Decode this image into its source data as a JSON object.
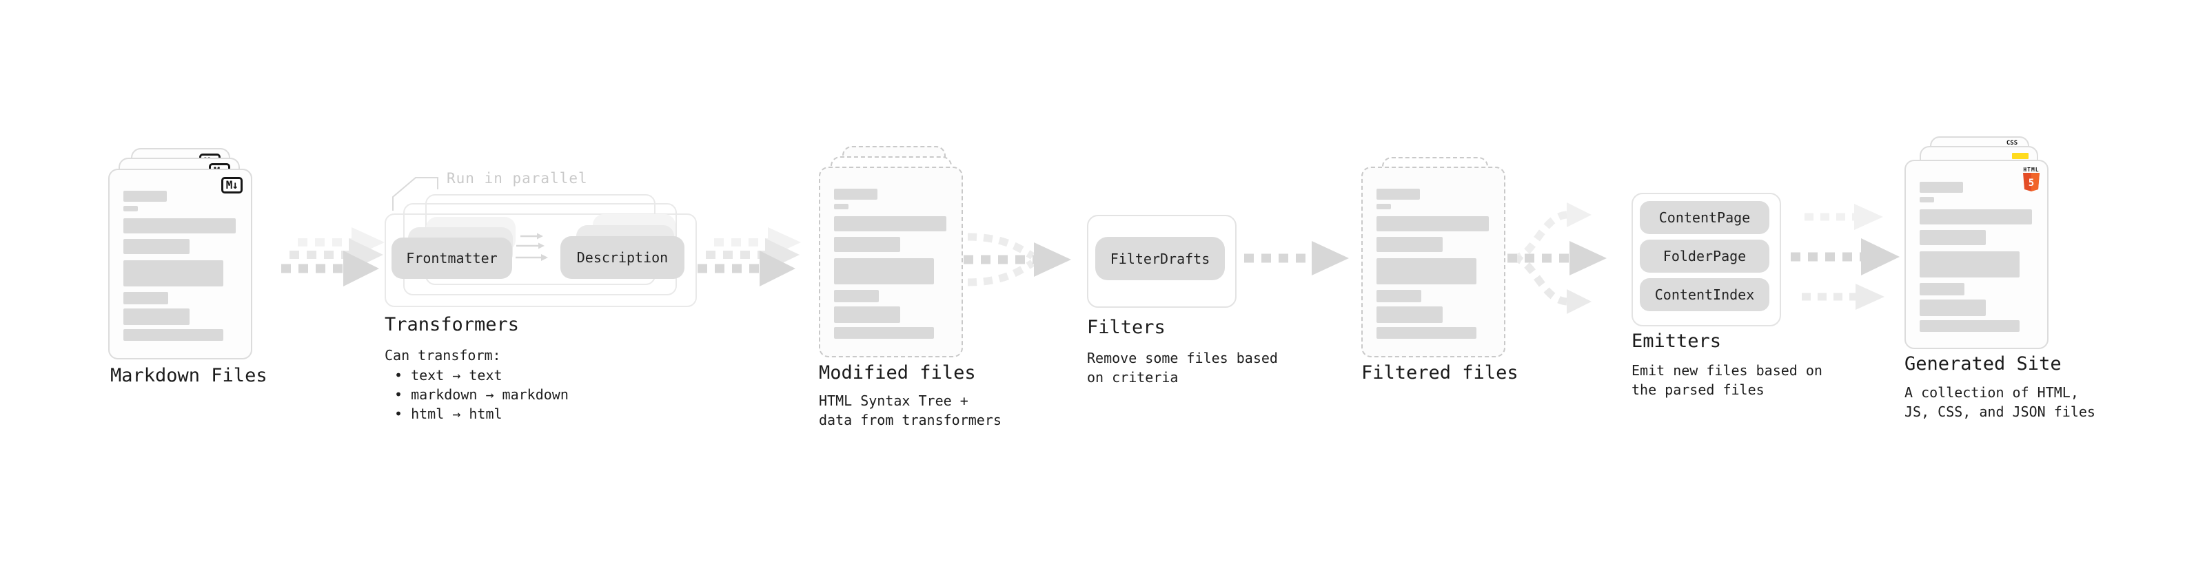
{
  "colors": {
    "text": "#1f1f1f",
    "annotation_gray": "#c9c9c9",
    "node_fill": "#dcdcdc",
    "bar_fill": "#d9d9d9",
    "arrow_gray": "#d7d7d7",
    "html5_orange": "#e44d26",
    "html5_orange_light": "#f16529",
    "js_yellow": "#ffdb1e",
    "css_blue": "#2b5ce0"
  },
  "icons": {
    "markdown_badge": "M↓",
    "css_badge": "CSS",
    "html_badge_text": "HTML",
    "html_badge_number": "5"
  },
  "stages": {
    "markdown_files": {
      "label": "Markdown Files"
    },
    "transformers": {
      "label": "Transformers",
      "annotation": "Run in parallel",
      "nodes": [
        "Frontmatter",
        "Description"
      ],
      "caption": "Can transform:",
      "bullets": [
        "• text → text",
        "• markdown → markdown",
        "• html → html"
      ]
    },
    "modified_files": {
      "label": "Modified files",
      "caption_lines": [
        "HTML Syntax Tree +",
        "data from transformers"
      ]
    },
    "filters": {
      "label": "Filters",
      "nodes": [
        "FilterDrafts"
      ],
      "caption_lines": [
        "Remove some files based",
        "on criteria"
      ]
    },
    "filtered_files": {
      "label": "Filtered files"
    },
    "emitters": {
      "label": "Emitters",
      "nodes": [
        "ContentPage",
        "FolderPage",
        "ContentIndex"
      ],
      "caption_lines": [
        "Emit new files based on",
        "the parsed files"
      ]
    },
    "generated_site": {
      "label": "Generated Site",
      "caption_lines": [
        "A collection of HTML,",
        "JS, CSS, and JSON files"
      ]
    }
  }
}
